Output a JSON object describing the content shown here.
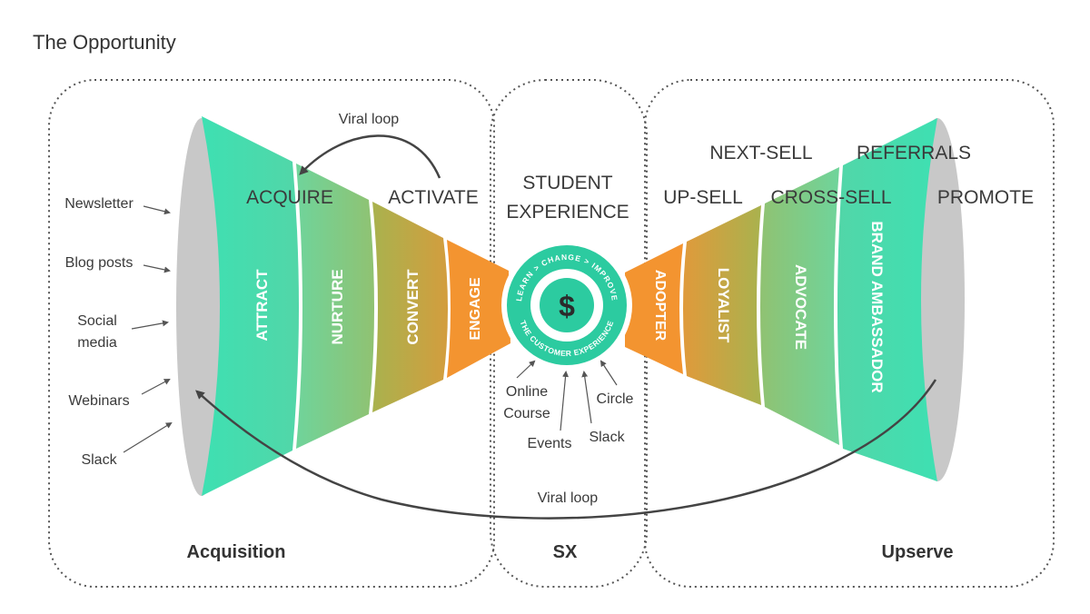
{
  "title": "The Opportunity",
  "sections": {
    "acquisition": "Acquisition",
    "sx": "SX",
    "upserve": "Upserve"
  },
  "viral_loops": {
    "top": "Viral loop",
    "bottom": "Viral loop"
  },
  "channels": [
    "Newsletter",
    "Blog posts",
    "Social",
    "media",
    "Webinars",
    "Slack"
  ],
  "left_funnel": {
    "stages": [
      "ATTRACT",
      "NURTURE",
      "CONVERT",
      "ENGAGE"
    ],
    "headings": [
      "ACQUIRE",
      "ACTIVATE"
    ]
  },
  "center": {
    "heading_line1": "STUDENT",
    "heading_line2": "EXPERIENCE",
    "ring_top": "LEARN > CHANGE > IMPROVE",
    "ring_bottom": "THE CUSTOMER EXPERIENCE",
    "symbol": "$",
    "touchpoints": [
      "Online",
      "Course",
      "Events",
      "Slack",
      "Circle"
    ]
  },
  "right_funnel": {
    "stages": [
      "ADOPTER",
      "LOYALIST",
      "ADVOCATE",
      "BRAND AMBASSADOR"
    ],
    "headings": [
      "UP-SELL",
      "NEXT-SELL",
      "CROSS-SELL",
      "REFERRALS",
      "PROMOTE"
    ]
  },
  "colors": {
    "teal": "#3fd9b0",
    "green": "#7cc98a",
    "olive": "#a3b355",
    "orange": "#f4a03a",
    "dark_orange": "#f39430",
    "ring_teal": "#2ccba0",
    "gray_ellipse": "#c9c9c9"
  }
}
